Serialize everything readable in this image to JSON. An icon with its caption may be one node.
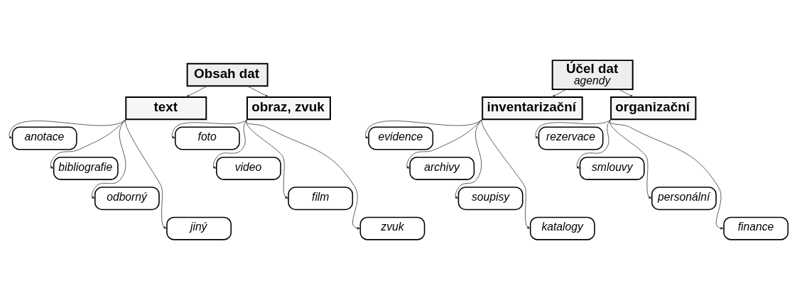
{
  "diagram": {
    "nodes": [
      {
        "text": [
          "Obsah dat"
        ]
      },
      {
        "text": [
          "Účel dat",
          "agendy"
        ]
      },
      {
        "text": [
          "text"
        ]
      },
      {
        "text": [
          "obraz, zvuk"
        ]
      },
      {
        "text": [
          "inventarizační"
        ]
      },
      {
        "text": [
          "organizační"
        ]
      },
      {
        "text": [
          "anotace"
        ]
      },
      {
        "text": [
          "bibliografie"
        ]
      },
      {
        "text": [
          "odborný"
        ]
      },
      {
        "text": [
          "jiný"
        ]
      },
      {
        "text": [
          "foto"
        ]
      },
      {
        "text": [
          "video"
        ]
      },
      {
        "text": [
          "film"
        ]
      },
      {
        "text": [
          "zvuk"
        ]
      },
      {
        "text": [
          "evidence"
        ]
      },
      {
        "text": [
          "archivy"
        ]
      },
      {
        "text": [
          "soupisy"
        ]
      },
      {
        "text": [
          "katalogy"
        ]
      },
      {
        "text": [
          "rezervace"
        ]
      },
      {
        "text": [
          "smlouvy"
        ]
      },
      {
        "text": [
          "personální"
        ]
      },
      {
        "text": [
          "finance"
        ]
      }
    ],
    "edges": [
      {
        "from": 0,
        "to": 2,
        "arrow": "to"
      },
      {
        "from": 0,
        "to": 3,
        "arrow": "to"
      },
      {
        "from": 1,
        "to": 4,
        "arrow": "to"
      },
      {
        "from": 1,
        "to": 5,
        "arrow": "to"
      },
      {
        "from": 2,
        "to": 6,
        "arrow": "to"
      },
      {
        "from": 2,
        "to": 7,
        "arrow": "to"
      },
      {
        "from": 2,
        "to": 8,
        "arrow": "to"
      },
      {
        "from": 2,
        "to": 9,
        "arrow": "to"
      },
      {
        "from": 3,
        "to": 10,
        "arrow": "to"
      },
      {
        "from": 3,
        "to": 11,
        "arrow": "to"
      },
      {
        "from": 3,
        "to": 12,
        "arrow": "to"
      },
      {
        "from": 3,
        "to": 13,
        "arrow": "to"
      },
      {
        "from": 4,
        "to": 14,
        "arrow": "to"
      },
      {
        "from": 4,
        "to": 15,
        "arrow": "to"
      },
      {
        "from": 4,
        "to": 16,
        "arrow": "to"
      },
      {
        "from": 4,
        "to": 17,
        "arrow": "to"
      },
      {
        "from": 5,
        "to": 18,
        "arrow": "to"
      },
      {
        "from": 5,
        "to": 19,
        "arrow": "to"
      },
      {
        "from": 5,
        "to": 20,
        "arrow": "to"
      },
      {
        "from": 5,
        "to": 21,
        "arrow": "to"
      }
    ]
  }
}
